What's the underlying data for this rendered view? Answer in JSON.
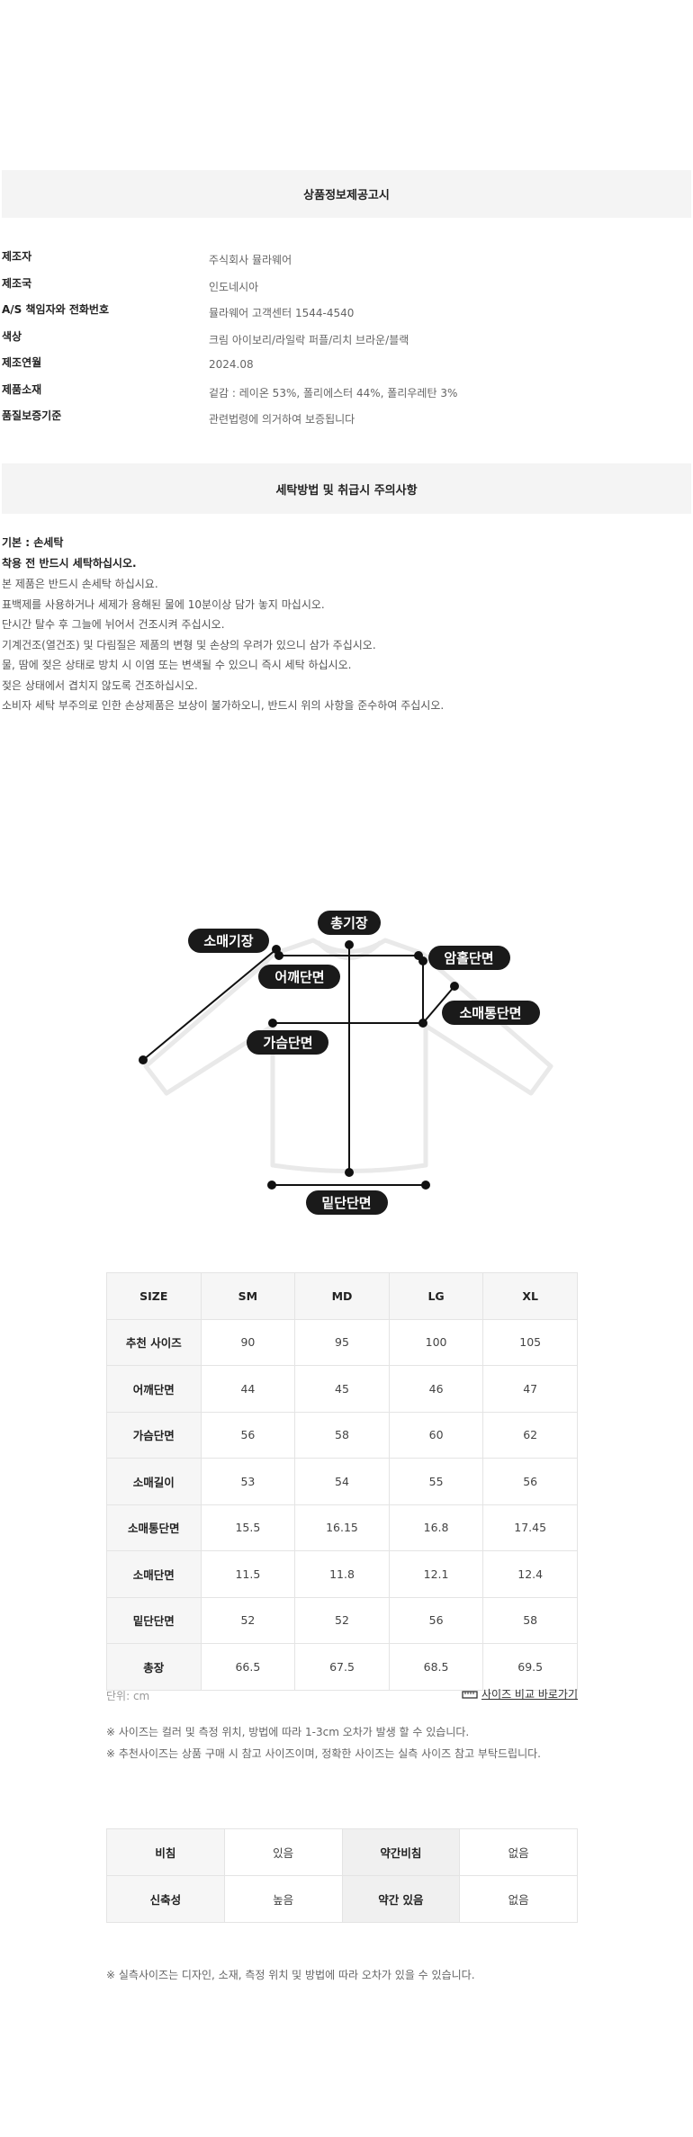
{
  "product_info": {
    "title": "상품정보제공고시",
    "rows": [
      {
        "label": "제조자",
        "value": "주식회사 뮬라웨어"
      },
      {
        "label": "제조국",
        "value": "인도네시아"
      },
      {
        "label": "A/S 책임자와 전화번호",
        "value": "뮬라웨어 고객센터 1544-4540"
      },
      {
        "label": "색상",
        "value": "크림 아이보리/라일락 퍼플/리치 브라운/블랙"
      },
      {
        "label": "제조연월",
        "value": "2024.08"
      },
      {
        "label": "제품소재",
        "value": "겉감 : 레이온 53%, 폴리에스터 44%, 폴리우레탄 3%"
      },
      {
        "label": "품질보증기준",
        "value": "관련법령에 의거하여 보증됩니다"
      }
    ]
  },
  "care": {
    "title": "세탁방법 및 취급시 주의사항",
    "basic": "기본 : 손세탁",
    "bold_line": "착용 전 반드시 세탁하십시오.",
    "lines": [
      "본 제품은 반드시 손세탁 하십시요.",
      "표백제를 사용하거나 세제가 용해된 물에 10분이상 담가 놓지 마십시오.",
      "단시간 탈수 후 그늘에 뉘어서 건조시켜 주십시오.",
      "기계건조(열건조) 및 다림질은 제품의 변형 및 손상의 우려가 있으니 삼가 주십시오.",
      "물, 땀에 젖은 상태로 방치 시 이염 또는 변색될 수 있으니 즉시 세탁 하십시오.",
      "젖은 상태에서 겹치지 않도록 건조하십시오.",
      "소비자 세탁 부주의로 인한 손상제품은 보상이 불가하오니, 반드시 위의 사항을 준수하여 주십시오."
    ]
  },
  "diagram": {
    "total_length": "총기장",
    "sleeve_length": "소매기장",
    "armhole": "암홀단면",
    "shoulder": "어깨단면",
    "sleeve_width": "소매통단면",
    "chest": "가슴단면",
    "hem": "밑단단면"
  },
  "size_table": {
    "headers": [
      "SIZE",
      "SM",
      "MD",
      "LG",
      "XL"
    ],
    "rows": [
      [
        "추천 사이즈",
        "90",
        "95",
        "100",
        "105"
      ],
      [
        "어깨단면",
        "44",
        "45",
        "46",
        "47"
      ],
      [
        "가슴단면",
        "56",
        "58",
        "60",
        "62"
      ],
      [
        "소매길이",
        "53",
        "54",
        "55",
        "56"
      ],
      [
        "소매통단면",
        "15.5",
        "16.15",
        "16.8",
        "17.45"
      ],
      [
        "소매단면",
        "11.5",
        "11.8",
        "12.1",
        "12.4"
      ],
      [
        "밑단단면",
        "52",
        "52",
        "56",
        "58"
      ],
      [
        "총장",
        "66.5",
        "67.5",
        "68.5",
        "69.5"
      ]
    ],
    "unit": "단위: cm",
    "compare_link": "사이즈 비교 바로가기",
    "notes": [
      "※ 사이즈는 컬러 및 측정 위치, 방법에 따라 1-3cm 오차가 발생 할 수 있습니다.",
      "※ 추천사이즈는 상품 구매 시 참고 사이즈이며, 정확한 사이즈는 실측 사이즈 참고 부탁드립니다."
    ]
  },
  "fabric_table": {
    "rows": [
      [
        "비침",
        "있음",
        "약간비침",
        "없음"
      ],
      [
        "신축성",
        "높음",
        "약간 있음",
        "없음"
      ]
    ]
  },
  "footer_note": "※ 실측사이즈는 디자인, 소재, 측정 위치 및 방법에 따라 오차가 있을 수 있습니다."
}
